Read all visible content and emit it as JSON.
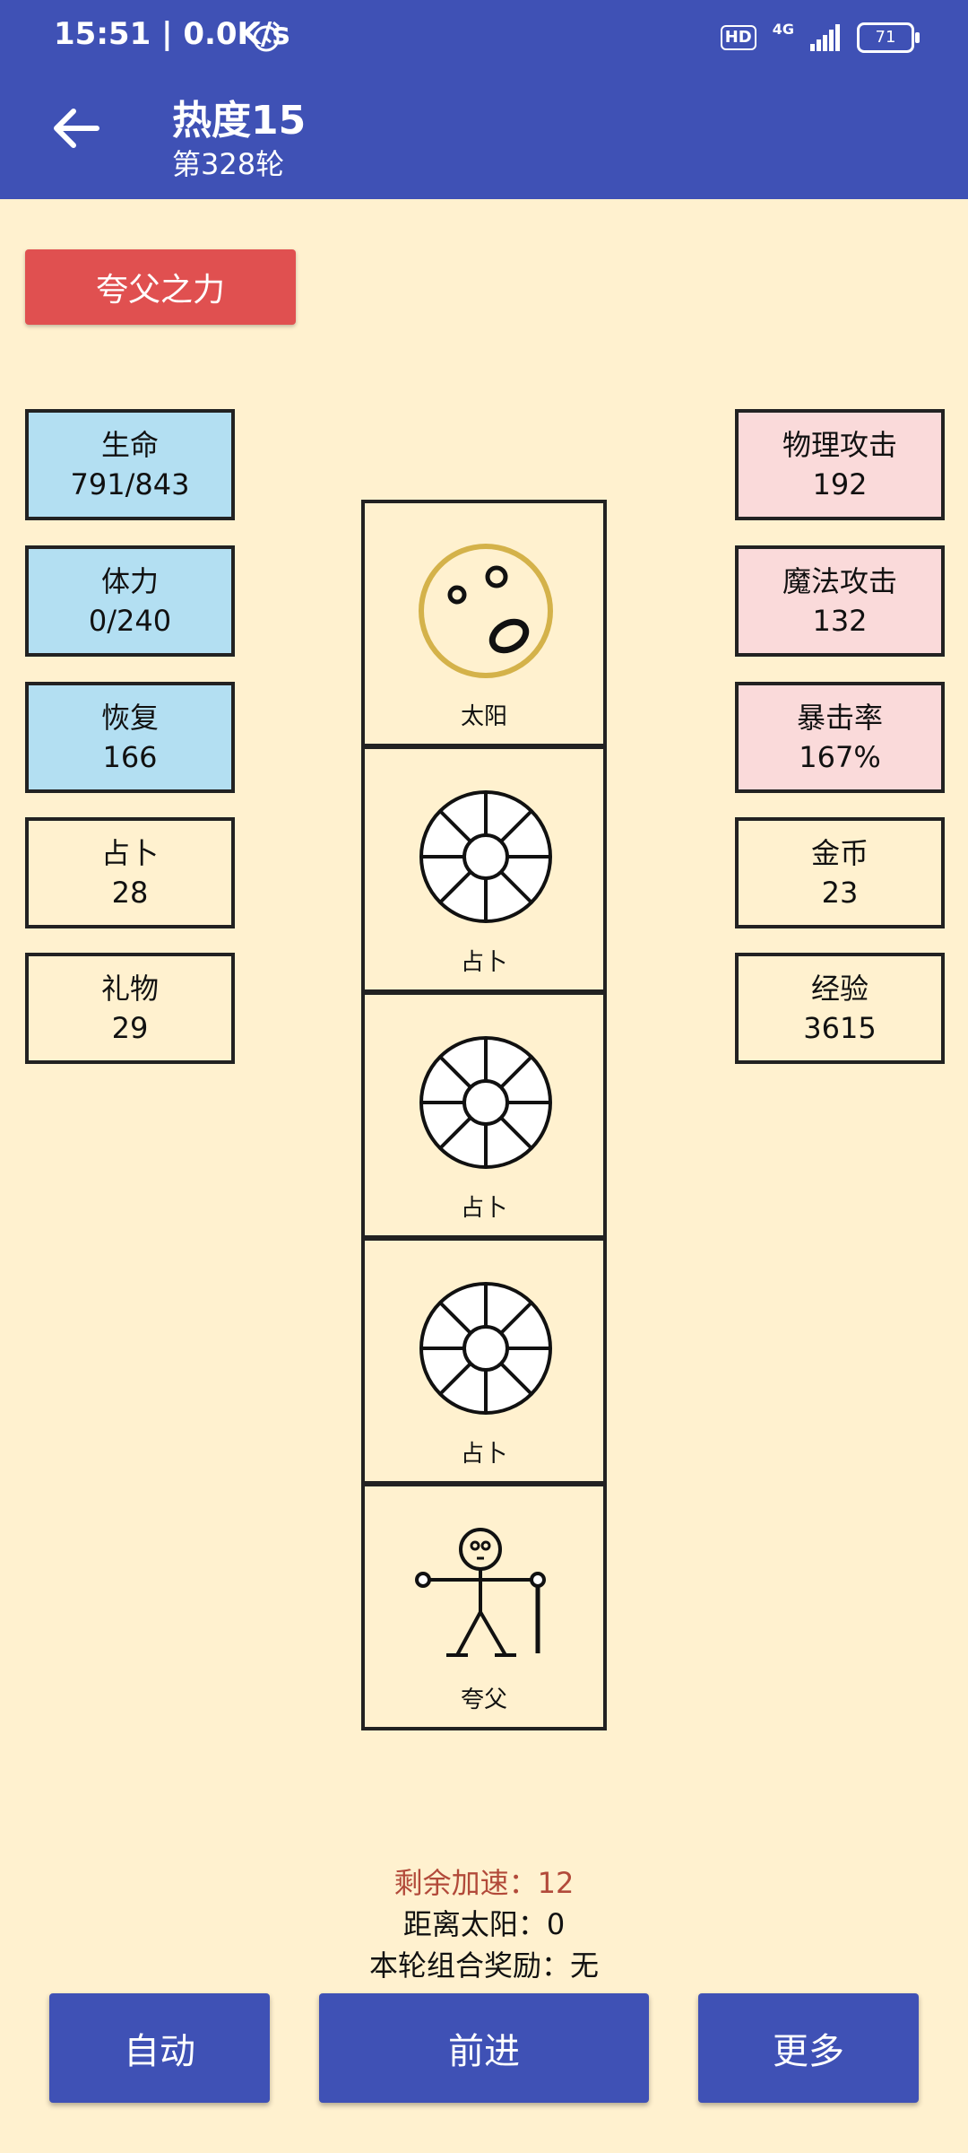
{
  "status_bar": {
    "time": "15:51 | 0.0K/s",
    "hd": "HD",
    "network": "4G",
    "battery": "71"
  },
  "header": {
    "title": "热度15",
    "subtitle": "第328轮"
  },
  "power_button": "夸父之力",
  "left_stats": [
    {
      "label": "生命",
      "value": "791/843"
    },
    {
      "label": "体力",
      "value": "0/240"
    },
    {
      "label": "恢复",
      "value": "166"
    },
    {
      "label": "占卜",
      "value": "28"
    },
    {
      "label": "礼物",
      "value": "29"
    }
  ],
  "right_stats": [
    {
      "label": "物理攻击",
      "value": "192"
    },
    {
      "label": "魔法攻击",
      "value": "132"
    },
    {
      "label": "暴击率",
      "value": "167%"
    },
    {
      "label": "金币",
      "value": "23"
    },
    {
      "label": "经验",
      "value": "3615"
    }
  ],
  "track": [
    {
      "label": "太阳",
      "icon": "sun-icon"
    },
    {
      "label": "占卜",
      "icon": "divination-wheel-icon"
    },
    {
      "label": "占卜",
      "icon": "divination-wheel-icon"
    },
    {
      "label": "占卜",
      "icon": "divination-wheel-icon"
    },
    {
      "label": "夸父",
      "icon": "kuafu-figure-icon"
    }
  ],
  "info": {
    "speed": "剩余加速：12",
    "distance": "距离太阳：0",
    "combo": "本轮组合奖励：无"
  },
  "colors": {
    "appbar": "#3F51B5",
    "background": "#FFF1CF",
    "power_button": "#E05050",
    "stat_blue": "#B3DFF2",
    "stat_pink": "#FADADA",
    "speed_text": "#B24A3A"
  },
  "buttons": {
    "auto": "自动",
    "forward": "前进",
    "more": "更多"
  }
}
